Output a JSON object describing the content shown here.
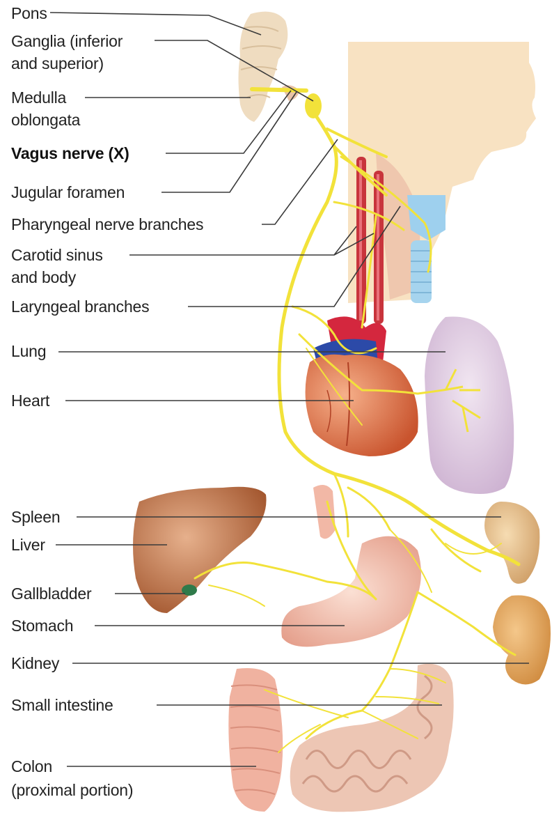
{
  "labels": {
    "pons": "Pons",
    "ganglia_1": "Ganglia (inferior",
    "ganglia_2": "and superior)",
    "medulla_1": "Medulla",
    "medulla_2": "oblongata",
    "vagus": "Vagus nerve (X)",
    "jugular": "Jugular foramen",
    "pharyngeal": "Pharyngeal nerve branches",
    "carotid_1": "Carotid sinus",
    "carotid_2": "and body",
    "laryngeal": "Laryngeal branches",
    "lung": "Lung",
    "heart": "Heart",
    "spleen": "Spleen",
    "liver": "Liver",
    "gallbladder": "Gallbladder",
    "stomach": "Stomach",
    "kidney": "Kidney",
    "small_intestine": "Small intestine",
    "colon_1": "Colon",
    "colon_2": "(proximal portion)"
  },
  "colors": {
    "nerve": "#f2e23a",
    "leader_line": "#3a3a3a",
    "head_skin": "#f8e2c2",
    "heart": "#e07a52",
    "lung": "#e2d0e6",
    "liver": "#b8683a",
    "stomach": "#f2b8a6",
    "kidney": "#e0a45a",
    "spleen": "#e8c08e",
    "intestine": "#edc6b4",
    "colon": "#f0b2a0",
    "artery": "#c8343c",
    "trachea": "#9ed0ee",
    "gallbladder": "#2f7a4a"
  }
}
